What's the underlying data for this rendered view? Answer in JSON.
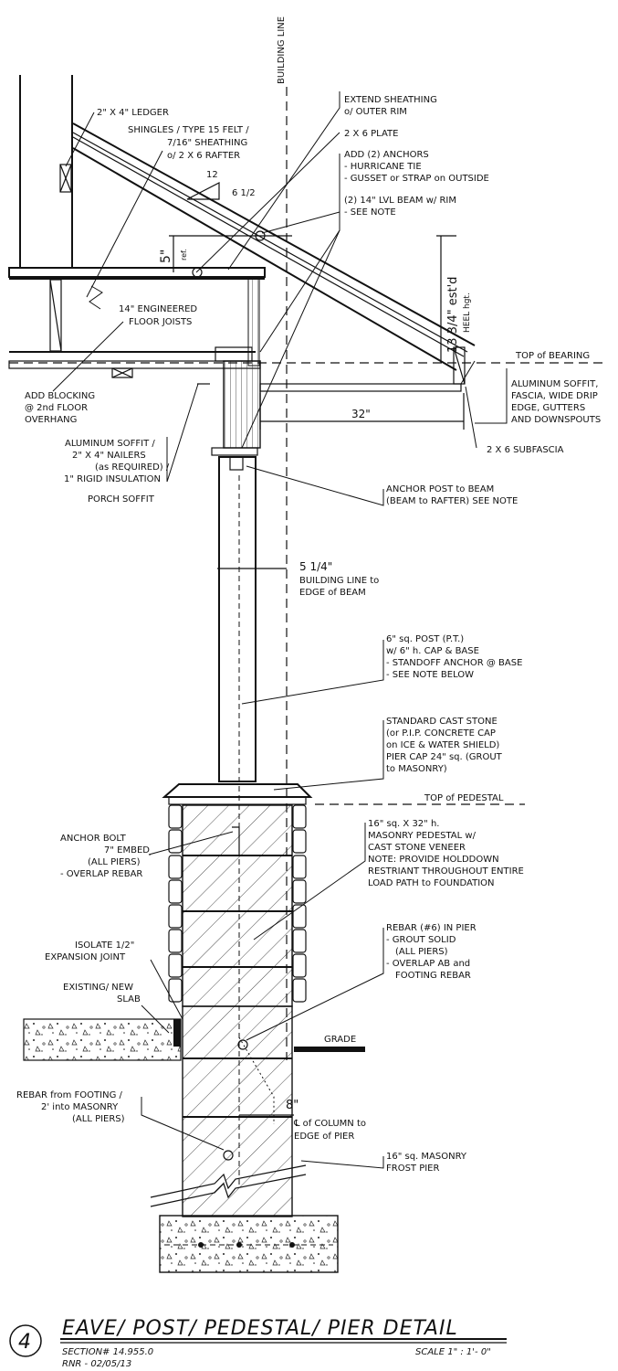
{
  "building_line_label": "BUILDING LINE",
  "top_of_bearing": "TOP of BEARING",
  "top_of_pedestal": "TOP of PEDESTAL",
  "grade": "GRADE",
  "slope": {
    "run": "12",
    "rise": "6 1/2"
  },
  "dims": {
    "five": "5\"",
    "five_ref": "ref.",
    "heel": "13 3/4\" est'd",
    "heel_hgt": "HEEL hgt.",
    "overhang": "32\"",
    "beam_offset": "5 1/4\"",
    "beam_offset_l1": "BUILDING LINE to",
    "beam_offset_l2": "EDGE of BEAM",
    "pier_offset": "8\"",
    "pier_offset_l1": "℄ of COLUMN to",
    "pier_offset_l2": "EDGE of PIER"
  },
  "labels": {
    "ledger": "2\" X 4\" LEDGER",
    "shingles": [
      "SHINGLES / TYPE 15 FELT /",
      "7/16\" SHEATHING",
      "o/ 2 X 6 RAFTER"
    ],
    "joists": [
      "14\" ENGINEERED",
      "FLOOR JOISTS"
    ],
    "blocking": [
      "ADD BLOCKING",
      "@ 2nd FLOOR",
      "OVERHANG"
    ],
    "soffit_left": [
      "ALUMINUM SOFFIT /",
      "2\" X 4\" NAILERS",
      "(as REQUIRED) /",
      "1\" RIGID INSULATION"
    ],
    "porch_soffit": "PORCH SOFFIT",
    "extend_sheathing": [
      "EXTEND SHEATHING",
      "o/ OUTER RIM"
    ],
    "plate": "2 X 6 PLATE",
    "anchors": [
      "ADD (2) ANCHORS",
      "- HURRICANE TIE",
      "- GUSSET or STRAP on OUTSIDE"
    ],
    "lvl": [
      "(2) 14\" LVL BEAM w/ RIM",
      "- SEE NOTE"
    ],
    "soffit_right": [
      "ALUMINUM SOFFIT,",
      "FASCIA, WIDE DRIP",
      "EDGE, GUTTERS",
      "AND DOWNSPOUTS"
    ],
    "subfascia": "2 X 6 SUBFASCIA",
    "anchor_post": [
      "ANCHOR POST to BEAM",
      "(BEAM to RAFTER) SEE NOTE"
    ],
    "post": [
      "6\" sq. POST (P.T.)",
      "w/ 6\" h. CAP & BASE",
      "- STANDOFF ANCHOR @ BASE",
      "- SEE NOTE BELOW"
    ],
    "cast_stone": [
      "STANDARD CAST STONE",
      "(or P.I.P. CONCRETE CAP",
      "on ICE & WATER SHIELD)",
      "PIER CAP 24\" sq. (GROUT",
      "to MASONRY)"
    ],
    "anchor_bolt": [
      "ANCHOR BOLT",
      "7\" EMBED",
      "(ALL PIERS)",
      "- OVERLAP REBAR"
    ],
    "pedestal": [
      "16\" sq. X 32\" h.",
      "MASONRY PEDESTAL w/",
      "CAST STONE VENEER",
      "NOTE: PROVIDE HOLDDOWN",
      "RESTRIANT THROUGHOUT ENTIRE",
      "LOAD PATH to FOUNDATION"
    ],
    "rebar_pier": [
      "REBAR (#6) IN PIER",
      "- GROUT SOLID",
      "(ALL PIERS)",
      "- OVERLAP AB and",
      "FOOTING REBAR"
    ],
    "isolate": [
      "ISOLATE 1/2\"",
      "EXPANSION JOINT"
    ],
    "slab": [
      "EXISTING/ NEW",
      "SLAB"
    ],
    "rebar_footing": [
      "REBAR from FOOTING /",
      "2' into MASONRY",
      "(ALL PIERS)"
    ],
    "frost_pier": [
      "16\" sq. MASONRY",
      "FROST PIER"
    ]
  },
  "title_block": {
    "number": "4",
    "title": "EAVE/ POST/ PEDESTAL/ PIER DETAIL",
    "section": "SECTION# 14.955.0",
    "scale": "SCALE 1\" : 1'- 0\"",
    "author": "RNR - 02/05/13"
  }
}
